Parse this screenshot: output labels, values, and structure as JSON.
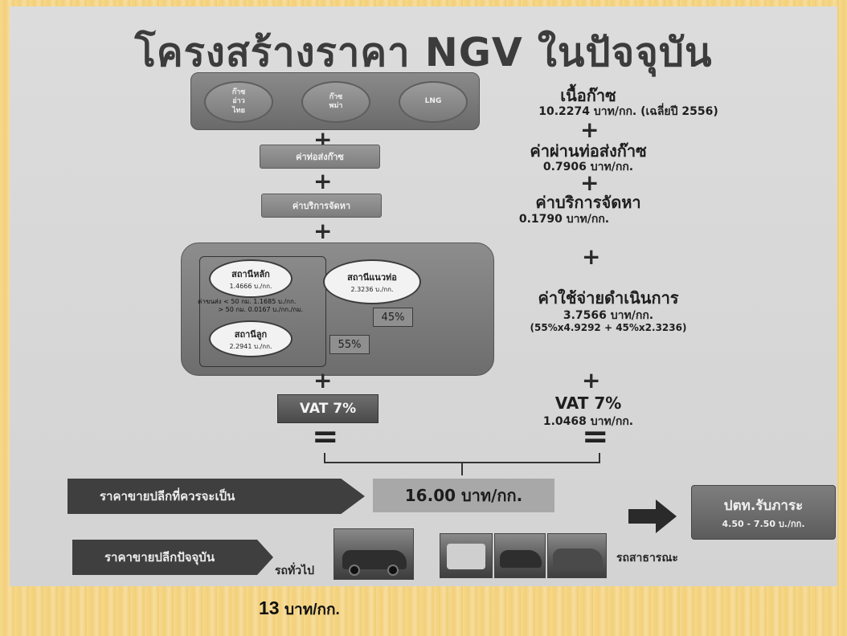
{
  "title": "โครงสร้างราคา NGV ในปัจจุบัน",
  "sources": [
    {
      "label": "ก๊าซ\nอ่าว\nไทย"
    },
    {
      "label": "ก๊าซ\nพม่า"
    },
    {
      "label": "LNG"
    }
  ],
  "left_steps": {
    "pipeline": "ค่าท่อส่งก๊าซ",
    "service": "ค่าบริการจัดหา",
    "plus": "+",
    "equals": "="
  },
  "stations": {
    "main": {
      "name": "สถานีหลัก",
      "price": "1.4666 บ./กก."
    },
    "pipeline": {
      "name": "สถานีแนวท่อ",
      "price": "2.3236 บ./กก."
    },
    "daughter": {
      "name": "สถานีลูก",
      "price": "2.2941 บ./กก."
    },
    "transport_note": "ค่าขนส่ง < 50 กม. 1.1685 บ./กก.\n          > 50 กม. 0.0167 บ./กก./กม.",
    "pct_pipeline": "45%",
    "pct_daughter": "55%"
  },
  "vat_left": "VAT 7%",
  "right": {
    "gas_title": "เนื้อก๊าซ",
    "gas_value": "10.2274 บาท/กก. (เฉลี่ยปี 2556)",
    "pipeline_title": "ค่าผ่านท่อส่งก๊าซ",
    "pipeline_value": "0.7906 บาท/กก.",
    "service_title": "ค่าบริการจัดหา",
    "service_value": "0.1790 บาท/กก.",
    "op_title": "ค่าใช้จ่ายดำเนินการ",
    "op_value": "3.7566 บาท/กก.",
    "op_formula": "(55%x4.9292 + 45%x2.3236)",
    "vat_title": "VAT 7%",
    "vat_value": "1.0468 บาท/กก."
  },
  "retail_should_label": "ราคาขายปลีกที่ควรจะเป็น",
  "retail_should_value": "16.00 บาท/กก.",
  "retail_current_label": "ราคาขายปลีกปัจจุบัน",
  "private_car_label": "รถทั่วไป",
  "public_car_label": "รถสาธารณะ",
  "ptt": {
    "title": "ปตท.รับภาระ",
    "range": "4.50 - 7.50 บ./กก."
  },
  "bottom": {
    "number": "13",
    "unit": "บาท/กก."
  },
  "colors": {
    "slide_bg": "#d6d6d6",
    "frame_bg": "#f3d07a",
    "dark_box": "#3f3f3f",
    "gray_box": "#8a8a8a"
  }
}
